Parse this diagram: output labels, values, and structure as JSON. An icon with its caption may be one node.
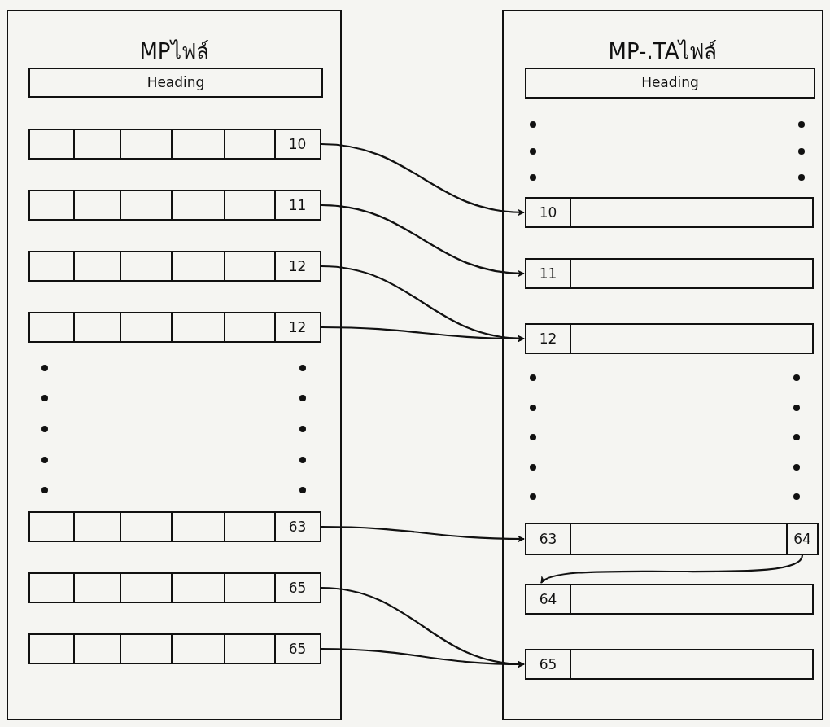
{
  "diagram": {
    "nodes": [
      {
        "text": [
          "MPไฟล์"
        ]
      },
      {
        "text": [
          "Heading"
        ],
        "in": 0
      },
      {
        "text": [
          "10"
        ],
        "in": 0
      },
      {
        "text": [
          "11"
        ],
        "in": 0
      },
      {
        "text": [
          "12"
        ],
        "in": 0
      },
      {
        "text": [
          "12"
        ],
        "in": 0
      },
      {
        "text": [
          "63"
        ],
        "in": 0
      },
      {
        "text": [
          "65"
        ],
        "in": 0
      },
      {
        "text": [
          "65"
        ],
        "in": 0
      },
      {
        "text": [
          "MP-.TAไฟล์"
        ]
      },
      {
        "text": [
          "Heading"
        ],
        "in": 9
      },
      {
        "text": [
          "10"
        ],
        "in": 9
      },
      {
        "text": [
          "11"
        ],
        "in": 9
      },
      {
        "text": [
          "12"
        ],
        "in": 9
      },
      {
        "text": [
          "63",
          "64"
        ],
        "in": 9
      },
      {
        "text": [
          "64"
        ],
        "in": 9
      },
      {
        "text": [
          "65"
        ],
        "in": 9
      }
    ],
    "edges": [
      {
        "from": 2,
        "to": 11,
        "arrow": "to"
      },
      {
        "from": 3,
        "to": 12,
        "arrow": "to"
      },
      {
        "from": 4,
        "to": 13,
        "arrow": "to"
      },
      {
        "from": 5,
        "to": 13,
        "arrow": "to"
      },
      {
        "from": 6,
        "to": 14,
        "arrow": "to"
      },
      {
        "from": 7,
        "to": 16,
        "arrow": "to"
      },
      {
        "from": 8,
        "to": 16,
        "arrow": "to"
      },
      {
        "from": 14,
        "to": 15,
        "arrow": "to"
      }
    ]
  }
}
